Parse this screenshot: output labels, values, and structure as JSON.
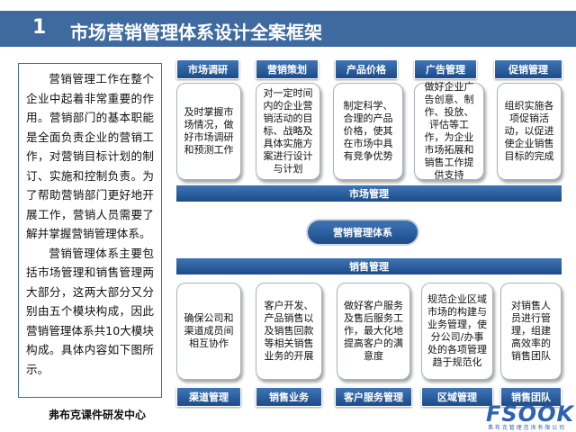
{
  "header": {
    "number": "1",
    "title": "市场营销管理体系设计全案框架"
  },
  "intro": {
    "paragraphs": [
      "营销管理工作在整个企业中起着非常重要的作用。营销部门的基本职能是全面负责企业的营销工作，对营销目标计划的制订、实施和控制负责。为了帮助营销部门更好地开展工作，营销人员需要了解并掌握营销管理体系。",
      "营销管理体系主要包括市场管理和销售管理两大部分，这两大部分又分别由五个模块构成，因此营销管理体系共10大模块构成。具体内容如下图所示。"
    ]
  },
  "footer": {
    "center": "弗布克课件研发中心"
  },
  "logo": {
    "main": "FSOOK",
    "sub": "弗 布 克 管 理 咨 询 有 限 公 司"
  },
  "top_modules": [
    {
      "label": "市场调研",
      "desc": "及时掌握市场情况，做好市场调研和预测工作"
    },
    {
      "label": "营销策划",
      "desc": "对一定时间内的企业营销活动的目标、战略及具体实施方案进行设计与计划"
    },
    {
      "label": "产品价格",
      "desc": "制定科学、合理的产品价格，使其在市场中具有竞争优势"
    },
    {
      "label": "广告管理",
      "desc": "做好企业广告创意、制作、投放、评估等工作，为企业市场拓展和销售工作提供支持"
    },
    {
      "label": "促销管理",
      "desc": "组织实施各项促销活动，以促进使企业销售目标的完成"
    }
  ],
  "market_band": "市场管理",
  "system_label": "营销管理体系",
  "sales_band": "销售管理",
  "bottom_modules": [
    {
      "label": "渠道管理",
      "desc": "确保公司和渠道成员间相互协作"
    },
    {
      "label": "销售业务",
      "desc": "客户开发、产品销售以及销售回款等相关销售业务的开展"
    },
    {
      "label": "客户服务管理",
      "desc": "做好客户服务及售后服务工作，最大化地提高客户的满意度"
    },
    {
      "label": "区域管理",
      "desc": "规范企业区域市场的构建与业务管理，使分公司/办事处的各项管理趋于规范化"
    },
    {
      "label": "销售团队",
      "desc": "对销售人员进行管理，组建高效率的销售团队"
    }
  ]
}
